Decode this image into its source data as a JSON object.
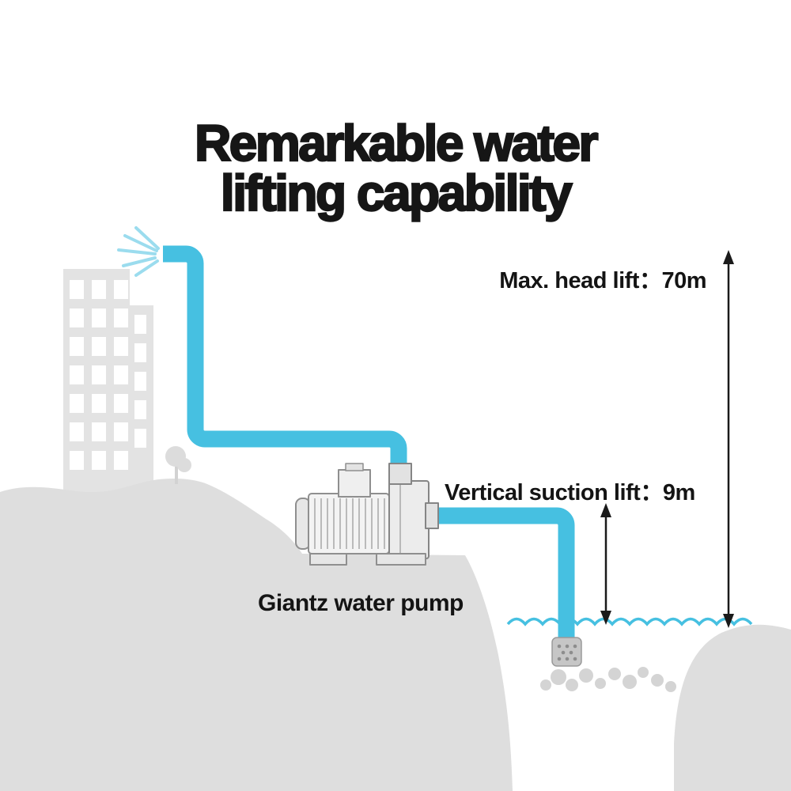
{
  "title": {
    "line1": "Remarkable water",
    "line2": "lifting capability"
  },
  "annotations": {
    "max_head_lift_label": "Max. head lift：70m",
    "vertical_suction_lift_label": "Vertical suction lift：9m",
    "pump_caption": "Giantz water pump"
  },
  "measurements": {
    "max_head_lift": "70m",
    "vertical_suction_lift": "9m"
  },
  "colors": {
    "pipe_blue": "#46c0e1",
    "spray_blue": "#9bdcee",
    "silhouette_gray": "#e3e3e3",
    "terrain_gray": "#dedede",
    "rock_gray": "#d4d4d4",
    "pump_light_gray": "#f0f0f0",
    "pump_outline_gray": "#8f8f8f",
    "text_black": "#161616"
  }
}
